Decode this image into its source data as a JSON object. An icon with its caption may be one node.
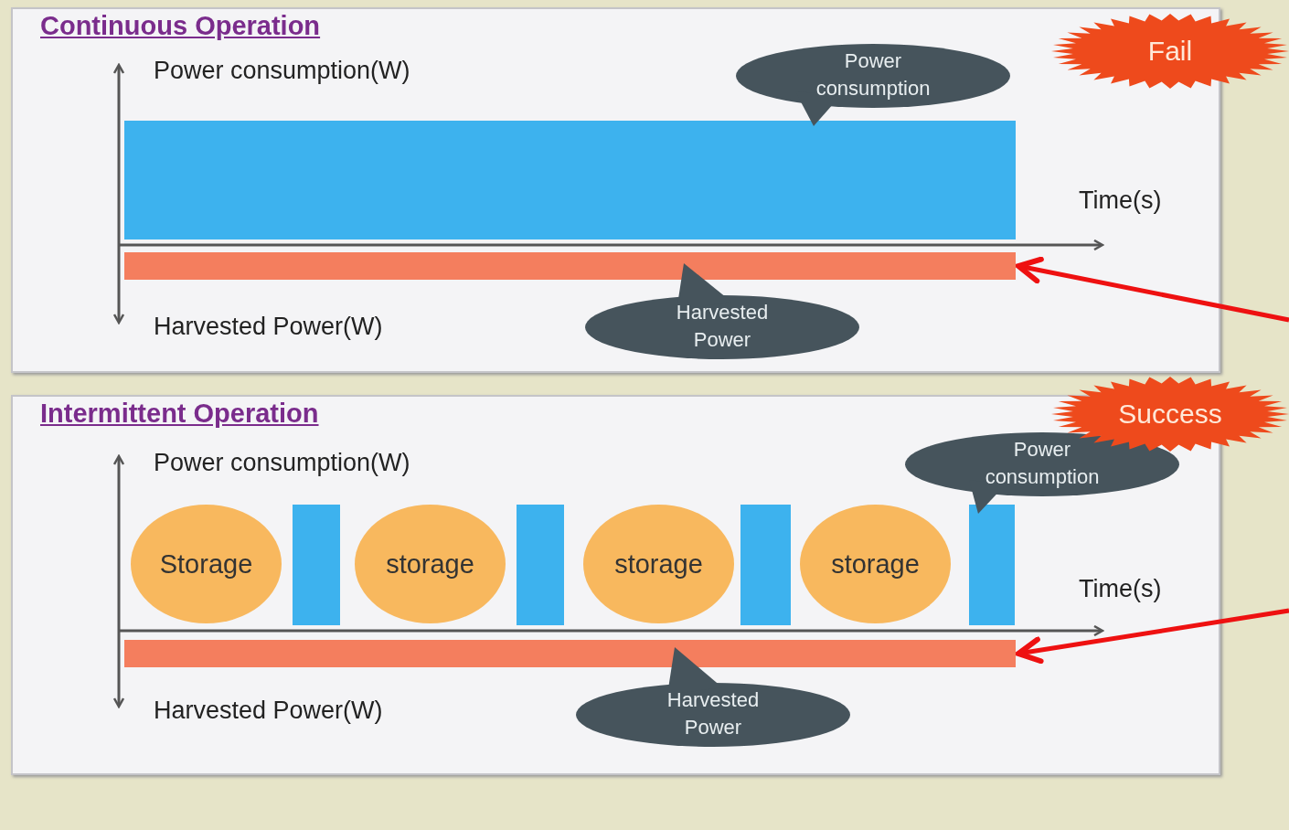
{
  "diagram": {
    "nodes": [
      {
        "text": [
          "Continuous Operation"
        ]
      },
      {
        "text": [
          "Fail"
        ]
      },
      {
        "text": [
          "Power consumption"
        ],
        "in": 0
      },
      {
        "text": [
          "Harvested Power"
        ],
        "in": 0
      },
      {
        "text": [],
        "shape": "bar",
        "in": 0
      },
      {
        "text": [],
        "shape": "bar",
        "in": 0
      },
      {
        "text": [
          "Intermittent Operation"
        ]
      },
      {
        "text": [
          "Success"
        ]
      },
      {
        "text": [
          "Power consumption"
        ],
        "in": 6
      },
      {
        "text": [
          "Harvested Power"
        ],
        "in": 6
      },
      {
        "text": [
          "Storage"
        ],
        "in": 6
      },
      {
        "text": [
          "storage"
        ],
        "in": 6
      },
      {
        "text": [
          "storage"
        ],
        "in": 6
      },
      {
        "text": [
          "storage"
        ],
        "in": 6
      },
      {
        "text": [],
        "shape": "bar",
        "in": 6
      },
      {
        "text": [],
        "shape": "bar",
        "in": 6
      },
      {
        "text": [],
        "shape": "bar",
        "in": 6
      },
      {
        "text": [],
        "shape": "bar",
        "in": 6
      },
      {
        "text": [],
        "shape": "bar",
        "in": 6
      }
    ],
    "edges": [
      {
        "from": null,
        "to": 5,
        "arrow": "to"
      },
      {
        "from": null,
        "to": 18,
        "arrow": "to"
      }
    ],
    "labels": [
      "Power consumption(W)",
      "Time(s)",
      "Harvested Power(W)",
      "Power consumption(W)",
      "Time(s)",
      "Harvested Power(W)"
    ]
  }
}
